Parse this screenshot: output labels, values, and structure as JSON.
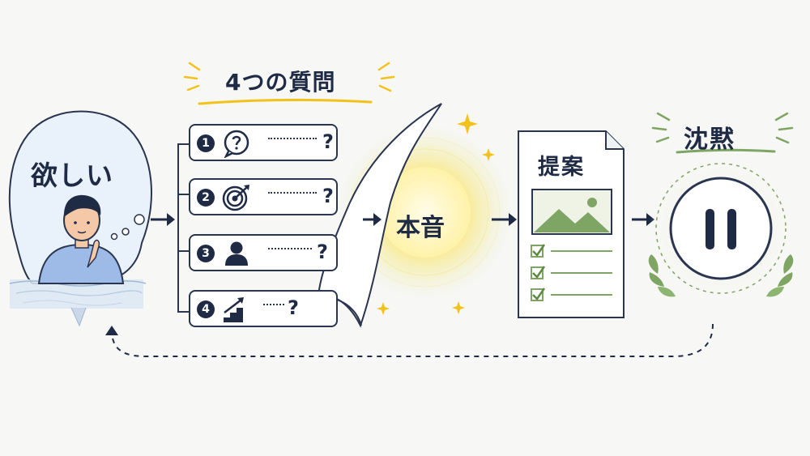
{
  "labels": {
    "want": "欲しい",
    "questions_title": "4つの質問",
    "honne": "本音",
    "proposal": "提案",
    "silence": "沈黙"
  },
  "questions": [
    {
      "number": "1",
      "icon": "speech-question-icon",
      "mark": "?"
    },
    {
      "number": "2",
      "icon": "target-icon",
      "mark": "?"
    },
    {
      "number": "3",
      "icon": "person-icon",
      "mark": "?"
    },
    {
      "number": "4",
      "icon": "stairs-arrow-icon",
      "mark": "?"
    }
  ],
  "icons": [
    "thinking-person-icon",
    "sun-glow-icon",
    "image-placeholder-icon",
    "checkbox-icon",
    "pause-icon",
    "leaf-icon",
    "page-curl-icon"
  ],
  "colors": {
    "navy": "#1f2a44",
    "accent_yellow": "#f2c21b",
    "leaf_green": "#7fa564",
    "bubble_blue": "#e9f1fb",
    "glow_yellow": "#fbe98a"
  }
}
